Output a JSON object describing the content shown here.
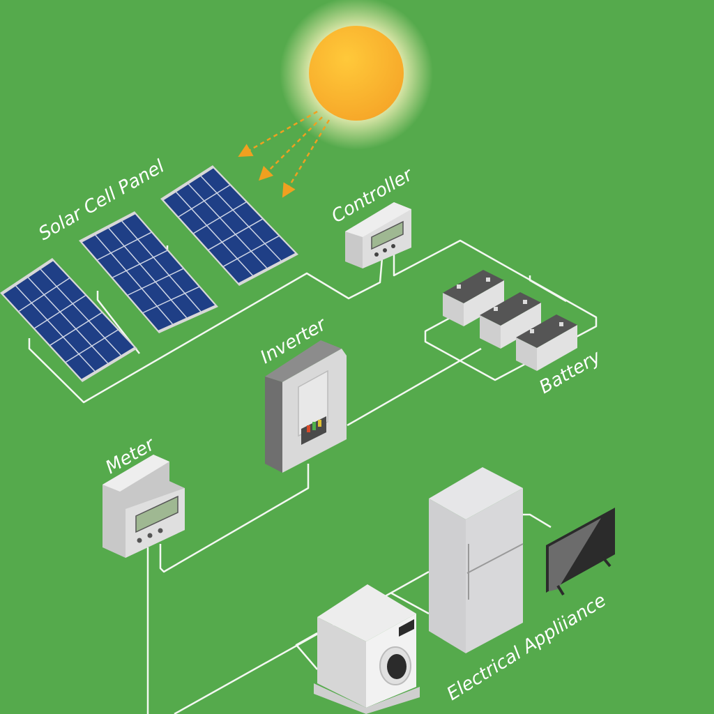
{
  "labels": {
    "solar_panel": "Solar Cell Panel",
    "controller": "Controller",
    "inverter": "Inverter",
    "battery": "Battery",
    "meter": "Meter",
    "appliance": "Electrical Appliiance"
  },
  "colors": {
    "background": "#55aa4c",
    "sun": "#f7b12f",
    "sun_rays": "#f0a020",
    "panel": "#1f3f86",
    "wire": "#f4f8f2",
    "device": "#dcdcdc"
  },
  "panel_grid": {
    "columns": 4,
    "rows": 5
  }
}
